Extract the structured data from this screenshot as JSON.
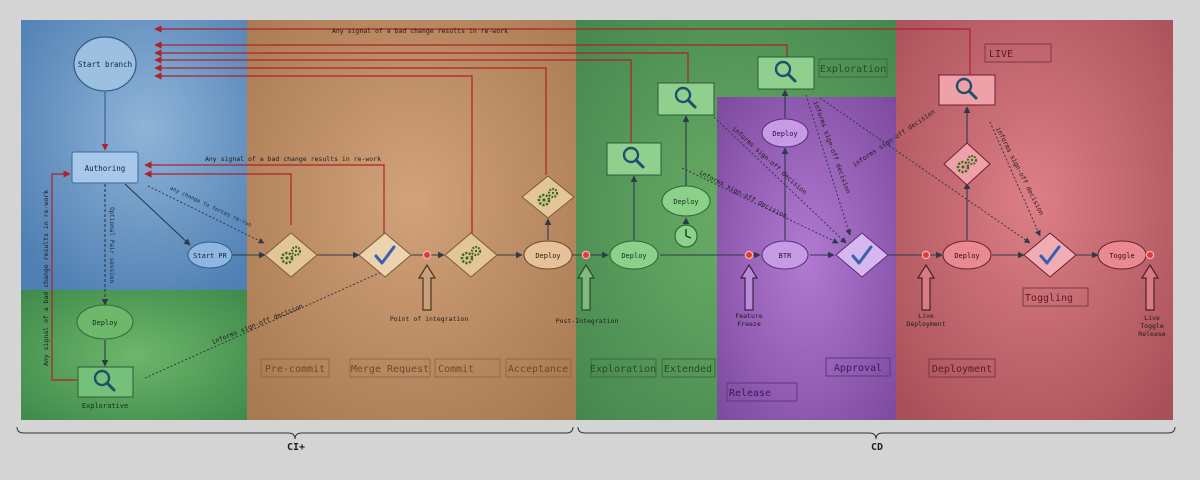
{
  "labels": {
    "top_rework": "Any signal of a bad change results in re-work",
    "mid_rework": "Any signal of a bad change results in re-work",
    "side_rework": "Any signal of a bad change results in re-work",
    "force_rerun": "any change to forces re-run",
    "optional_pair": "Optional Pair session",
    "informs_1": "informs sign-off decision",
    "informs_2": "informs sign-off decision",
    "informs_3": "informs sign-off decision",
    "informs_4": "informs sign-off decision",
    "informs_5": "informs sign-off decision",
    "informs_6": "informs sign-off decision"
  },
  "nodes": {
    "start_branch": "Start branch",
    "authoring": "Authoring",
    "start_pr": "Start PR",
    "deploy_local": "Deploy",
    "explorative": "Explorative",
    "deploy_acc": "Deploy",
    "deploy_pi": "Deploy",
    "deploy_ext": "Deploy",
    "btr": "BTR",
    "deploy_rel": "Deploy",
    "deploy_live": "Deploy",
    "toggle": "Toggle"
  },
  "markers": {
    "integration": "Point of integration",
    "post_integration": "Post-Integration",
    "feature_freeze": [
      "Feature",
      "Freeze"
    ],
    "live_deployment": [
      "Live",
      "Deployment"
    ],
    "live_toggle": [
      "Live",
      "Toggle",
      "Release"
    ]
  },
  "stages": {
    "precommit": "Pre-commit",
    "merge_request": "Merge Request",
    "commit": "Commit",
    "acceptance": "Acceptance",
    "exploration": "Exploration",
    "extended": "Extended",
    "release": "Release",
    "approval": "Approval",
    "deployment": "Deployment",
    "exploration_top": "Exploration",
    "live": "LIVE",
    "toggling": "Toggling"
  },
  "groups": {
    "ci": "CI+",
    "cd": "CD"
  },
  "colors": {
    "blue": "#5a8fc4",
    "green": "#4f9a58",
    "orange": "#b98a5c",
    "purple": "#9360b8",
    "red": "#c0606a",
    "rework": "#c0282c"
  }
}
